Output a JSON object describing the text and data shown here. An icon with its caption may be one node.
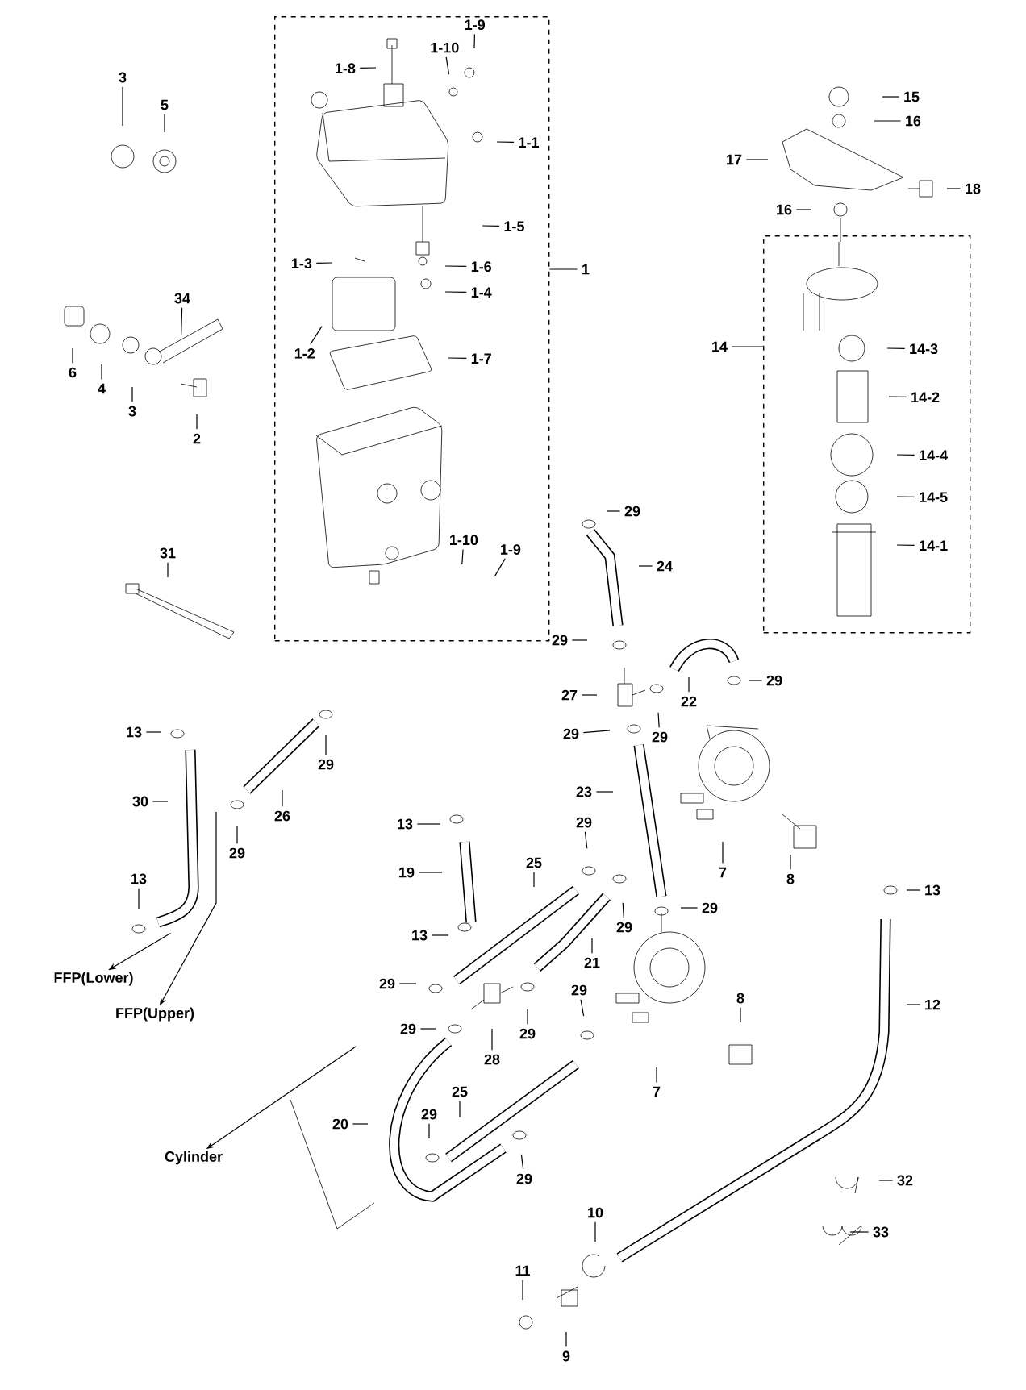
{
  "diagram": {
    "nodes": [
      {
        "text": [],
        "shape": "box"
      },
      {
        "text": [
          "3"
        ]
      },
      {
        "text": [
          "5"
        ]
      },
      {
        "text": [
          "1-9"
        ],
        "in": 0
      },
      {
        "text": [
          "1-8"
        ],
        "in": 0
      },
      {
        "text": [
          "1-10"
        ],
        "in": 0
      },
      {
        "text": [
          "1-1"
        ],
        "in": 0
      },
      {
        "text": [
          "15"
        ]
      },
      {
        "text": [
          "16"
        ]
      },
      {
        "text": [
          "17"
        ]
      },
      {
        "text": [
          "18"
        ]
      },
      {
        "text": [
          "1-5"
        ],
        "in": 0
      },
      {
        "text": [
          "16"
        ]
      },
      {
        "text": [],
        "shape": "box"
      },
      {
        "text": [
          "1-3"
        ],
        "in": 0
      },
      {
        "text": [
          "1-6"
        ],
        "in": 0
      },
      {
        "text": [
          "1"
        ]
      },
      {
        "text": [
          "1-4"
        ],
        "in": 0
      },
      {
        "text": [
          "34"
        ]
      },
      {
        "text": [
          "1-2"
        ],
        "in": 0
      },
      {
        "text": [
          "14"
        ]
      },
      {
        "text": [
          "14-3"
        ],
        "in": 13
      },
      {
        "text": [
          "1-7"
        ],
        "in": 0
      },
      {
        "text": [
          "6"
        ]
      },
      {
        "text": [
          "4"
        ]
      },
      {
        "text": [
          "3"
        ]
      },
      {
        "text": [
          "2"
        ]
      },
      {
        "text": [
          "14-2"
        ],
        "in": 13
      },
      {
        "text": [
          "14-4"
        ],
        "in": 13
      },
      {
        "text": [
          "14-5"
        ],
        "in": 13
      },
      {
        "text": [
          "29"
        ]
      },
      {
        "text": [
          "1-10"
        ],
        "in": 0
      },
      {
        "text": [
          "14-1"
        ],
        "in": 13
      },
      {
        "text": [
          "31"
        ]
      },
      {
        "text": [
          "1-9"
        ],
        "in": 0
      },
      {
        "text": [
          "24"
        ]
      },
      {
        "text": [
          "29"
        ]
      },
      {
        "text": [
          "29"
        ]
      },
      {
        "text": [
          "27"
        ]
      },
      {
        "text": [
          "22"
        ]
      },
      {
        "text": [
          "29"
        ]
      },
      {
        "text": [
          "13"
        ]
      },
      {
        "text": [
          "29"
        ]
      },
      {
        "text": [
          "29"
        ]
      },
      {
        "text": [
          "23"
        ]
      },
      {
        "text": [
          "30"
        ]
      },
      {
        "text": [
          "26"
        ]
      },
      {
        "text": [
          "13"
        ]
      },
      {
        "text": [
          "29"
        ]
      },
      {
        "text": [
          "29"
        ]
      },
      {
        "text": [
          "25"
        ]
      },
      {
        "text": [
          "19"
        ]
      },
      {
        "text": [
          "7"
        ]
      },
      {
        "text": [
          "8"
        ]
      },
      {
        "text": [
          "13"
        ]
      },
      {
        "text": [
          "13"
        ]
      },
      {
        "text": [
          "29"
        ]
      },
      {
        "text": [
          "29"
        ]
      },
      {
        "text": [
          "13"
        ]
      },
      {
        "text": [
          "21"
        ]
      },
      {
        "text": [
          "FFP(Lower)"
        ]
      },
      {
        "text": [
          "29"
        ]
      },
      {
        "text": [
          "8"
        ]
      },
      {
        "text": [
          "12"
        ]
      },
      {
        "text": [
          "29"
        ]
      },
      {
        "text": [
          "FFP(Upper)"
        ]
      },
      {
        "text": [
          "29"
        ]
      },
      {
        "text": [
          "29"
        ]
      },
      {
        "text": [
          "28"
        ]
      },
      {
        "text": [
          "7"
        ]
      },
      {
        "text": [
          "25"
        ]
      },
      {
        "text": [
          "29"
        ]
      },
      {
        "text": [
          "20"
        ]
      },
      {
        "text": [
          "Cylinder"
        ]
      },
      {
        "text": [
          "29"
        ]
      },
      {
        "text": [
          "32"
        ]
      },
      {
        "text": [
          "10"
        ]
      },
      {
        "text": [
          "33"
        ]
      },
      {
        "text": [
          "11"
        ]
      },
      {
        "text": [
          "9"
        ]
      }
    ],
    "edges": [
      {
        "from": 1,
        "to": null,
        "arrow": "none"
      },
      {
        "from": 2,
        "to": null,
        "arrow": "none"
      },
      {
        "from": 3,
        "to": null,
        "arrow": "none"
      },
      {
        "from": 4,
        "to": null,
        "arrow": "none"
      },
      {
        "from": 5,
        "to": null,
        "arrow": "none"
      },
      {
        "from": 6,
        "to": null,
        "arrow": "none"
      },
      {
        "from": 7,
        "to": null,
        "arrow": "none"
      },
      {
        "from": 8,
        "to": null,
        "arrow": "none"
      },
      {
        "from": 9,
        "to": null,
        "arrow": "none"
      },
      {
        "from": 10,
        "to": null,
        "arrow": "none"
      },
      {
        "from": 11,
        "to": null,
        "arrow": "none"
      },
      {
        "from": 12,
        "to": null,
        "arrow": "none"
      },
      {
        "from": 14,
        "to": null,
        "arrow": "none"
      },
      {
        "from": 15,
        "to": null,
        "arrow": "none"
      },
      {
        "from": 16,
        "to": 0,
        "arrow": "none"
      },
      {
        "from": 17,
        "to": null,
        "arrow": "none"
      },
      {
        "from": 18,
        "to": null,
        "arrow": "none"
      },
      {
        "from": 19,
        "to": null,
        "arrow": "none"
      },
      {
        "from": 20,
        "to": 13,
        "arrow": "none"
      },
      {
        "from": 21,
        "to": null,
        "arrow": "none"
      },
      {
        "from": 22,
        "to": null,
        "arrow": "none"
      },
      {
        "from": 23,
        "to": null,
        "arrow": "none"
      },
      {
        "from": 24,
        "to": null,
        "arrow": "none"
      },
      {
        "from": 25,
        "to": null,
        "arrow": "none"
      },
      {
        "from": 26,
        "to": null,
        "arrow": "none"
      },
      {
        "from": 27,
        "to": null,
        "arrow": "none"
      },
      {
        "from": 28,
        "to": null,
        "arrow": "none"
      },
      {
        "from": 29,
        "to": null,
        "arrow": "none"
      },
      {
        "from": 30,
        "to": null,
        "arrow": "none"
      },
      {
        "from": 31,
        "to": null,
        "arrow": "none"
      },
      {
        "from": 32,
        "to": null,
        "arrow": "none"
      },
      {
        "from": 33,
        "to": null,
        "arrow": "none"
      },
      {
        "from": 34,
        "to": null,
        "arrow": "none"
      },
      {
        "from": 35,
        "to": null,
        "arrow": "none"
      },
      {
        "from": 36,
        "to": null,
        "arrow": "none"
      },
      {
        "from": 37,
        "to": null,
        "arrow": "none"
      },
      {
        "from": 38,
        "to": null,
        "arrow": "none"
      },
      {
        "from": 39,
        "to": null,
        "arrow": "none"
      },
      {
        "from": 40,
        "to": null,
        "arrow": "none"
      },
      {
        "from": 41,
        "to": null,
        "arrow": "none"
      },
      {
        "from": 42,
        "to": null,
        "arrow": "none"
      },
      {
        "from": 43,
        "to": null,
        "arrow": "none"
      },
      {
        "from": 44,
        "to": null,
        "arrow": "none"
      },
      {
        "from": 45,
        "to": null,
        "arrow": "none"
      },
      {
        "from": 46,
        "to": null,
        "arrow": "none"
      },
      {
        "from": 47,
        "to": null,
        "arrow": "none"
      },
      {
        "from": 48,
        "to": null,
        "arrow": "none"
      },
      {
        "from": 49,
        "to": null,
        "arrow": "none"
      },
      {
        "from": 50,
        "to": null,
        "arrow": "none"
      },
      {
        "from": 51,
        "to": null,
        "arrow": "none"
      },
      {
        "from": 52,
        "to": null,
        "arrow": "none"
      },
      {
        "from": 53,
        "to": null,
        "arrow": "none"
      },
      {
        "from": 54,
        "to": null,
        "arrow": "none"
      },
      {
        "from": 55,
        "to": null,
        "arrow": "none"
      },
      {
        "from": 56,
        "to": null,
        "arrow": "none"
      },
      {
        "from": 57,
        "to": null,
        "arrow": "none"
      },
      {
        "from": 58,
        "to": null,
        "arrow": "none"
      },
      {
        "from": 59,
        "to": null,
        "arrow": "none"
      },
      {
        "from": 61,
        "to": null,
        "arrow": "none"
      },
      {
        "from": 62,
        "to": null,
        "arrow": "none"
      },
      {
        "from": 63,
        "to": null,
        "arrow": "none"
      },
      {
        "from": 64,
        "to": null,
        "arrow": "none"
      },
      {
        "from": 66,
        "to": null,
        "arrow": "none"
      },
      {
        "from": 67,
        "to": null,
        "arrow": "none"
      },
      {
        "from": 68,
        "to": null,
        "arrow": "none"
      },
      {
        "from": 69,
        "to": null,
        "arrow": "none"
      },
      {
        "from": 70,
        "to": null,
        "arrow": "none"
      },
      {
        "from": 71,
        "to": null,
        "arrow": "none"
      },
      {
        "from": 72,
        "to": null,
        "arrow": "none"
      },
      {
        "from": 74,
        "to": null,
        "arrow": "none"
      },
      {
        "from": 75,
        "to": null,
        "arrow": "none"
      },
      {
        "from": 76,
        "to": null,
        "arrow": "none"
      },
      {
        "from": 77,
        "to": null,
        "arrow": "none"
      },
      {
        "from": 78,
        "to": null,
        "arrow": "none"
      },
      {
        "from": 79,
        "to": null,
        "arrow": "none"
      },
      {
        "from": null,
        "to": 60,
        "arrow": "to"
      },
      {
        "from": null,
        "to": 65,
        "arrow": "to"
      },
      {
        "from": null,
        "to": 73,
        "arrow": "to"
      }
    ]
  }
}
